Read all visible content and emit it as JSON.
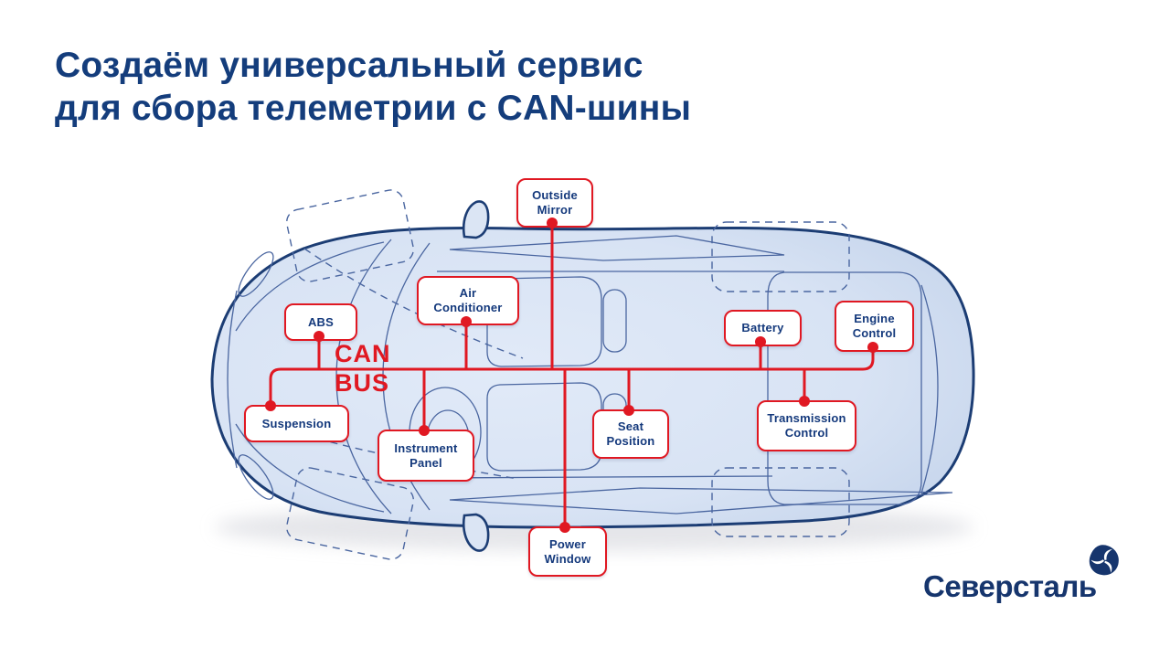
{
  "slide": {
    "title": [
      "Создаём универсальный сервис",
      "для сбора телеметрии с CAN-шины"
    ],
    "title_color": "#143d7c",
    "background_color": "#ffffff"
  },
  "brand": {
    "name": "Северсталь",
    "color": "#16356d",
    "mark_icon": "severstal-pinwheel-icon"
  },
  "diagram": {
    "bus_label": [
      "CAN",
      "BUS"
    ],
    "accent_red": "#e01822",
    "label_navy": "#14397c",
    "car_fill": "#d9e3f3",
    "car_outline": "#1c3d74",
    "nodes": [
      {
        "id": "outside-mirror",
        "label": "Outside\nMirror"
      },
      {
        "id": "air-conditioner",
        "label": "Air\nConditioner"
      },
      {
        "id": "abs",
        "label": "ABS"
      },
      {
        "id": "battery",
        "label": "Battery"
      },
      {
        "id": "engine-control",
        "label": "Engine\nControl"
      },
      {
        "id": "suspension",
        "label": "Suspension"
      },
      {
        "id": "instrument-panel",
        "label": "Instrument\nPanel"
      },
      {
        "id": "seat-position",
        "label": "Seat\nPosition"
      },
      {
        "id": "transmission-control",
        "label": "Transmission\nControl"
      },
      {
        "id": "power-window",
        "label": "Power\nWindow"
      }
    ]
  }
}
